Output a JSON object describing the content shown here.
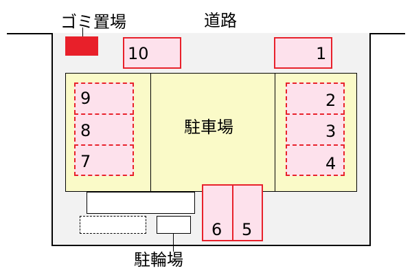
{
  "labels": {
    "road": "道路",
    "garbage": "ゴミ置場",
    "parking": "駐車場",
    "bicycle": "駐輪場"
  },
  "spaces": {
    "s1": "1",
    "s2": "2",
    "s3": "3",
    "s4": "4",
    "s5": "5",
    "s6": "6",
    "s7": "7",
    "s8": "8",
    "s9": "9",
    "s10": "10"
  },
  "colors": {
    "space_fill": "#fde1ec",
    "space_border": "#e8202a",
    "garbage_fill": "#e8202a",
    "area_fill": "#fafac8",
    "lot_fill": "#f2f2f2"
  }
}
